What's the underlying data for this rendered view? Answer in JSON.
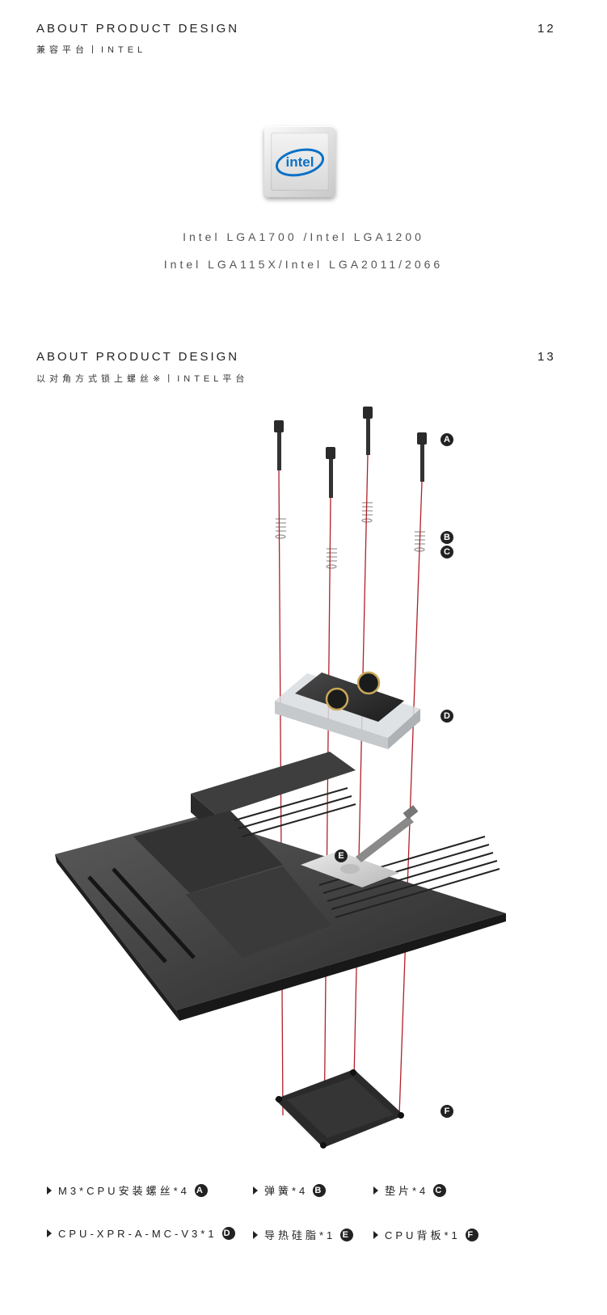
{
  "section1": {
    "title": "ABOUT PRODUCT DESIGN",
    "subtitle": "兼容平台丨INTEL",
    "page_number": "12",
    "logo_text": "intel",
    "sockets": [
      "Intel LGA1700 /Intel LGA1200",
      "Intel LGA115X/Intel LGA2011/2066"
    ]
  },
  "section2": {
    "title": "ABOUT PRODUCT DESIGN",
    "subtitle": "以对角方式锁上螺丝※丨INTEL平台",
    "page_number": "13",
    "markers": {
      "a": "A",
      "b": "B",
      "c": "C",
      "d": "D",
      "e": "E",
      "f": "F"
    }
  },
  "legend": [
    {
      "label": "M3*CPU安装螺丝*4",
      "marker": "A"
    },
    {
      "label": "弹簧*4",
      "marker": "B"
    },
    {
      "label": "垫片*4",
      "marker": "C"
    },
    {
      "label": "CPU-XPR-A-MC-V3*1",
      "marker": "D"
    },
    {
      "label": "导热硅脂*1",
      "marker": "E"
    },
    {
      "label": "CPU背板*1",
      "marker": "F"
    }
  ],
  "colors": {
    "accent_line": "#b0202a",
    "ink": "#222222",
    "intel_blue": "#0a71c5"
  }
}
